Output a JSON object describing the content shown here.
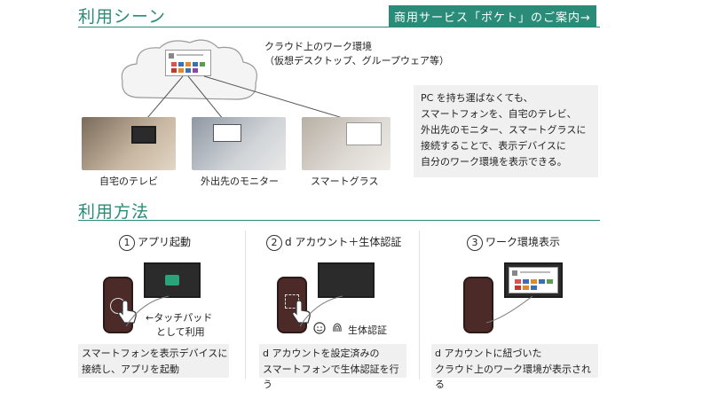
{
  "header": {
    "scene_title": "利用シーン",
    "service_link": "商用サービス「ポケト」のご案内→"
  },
  "cloud": {
    "line1": "クラウド上のワーク環境",
    "line2": "（仮想デスクトップ、グループウェア等）"
  },
  "scenes": [
    {
      "label": "自宅のテレビ"
    },
    {
      "label": "外出先のモニター"
    },
    {
      "label": "スマートグラス"
    }
  ],
  "description": {
    "line1": "PC を持ち運ばなくても、",
    "line2": "スマートフォンを、自宅のテレビ、",
    "line3": "外出先のモニター、スマートグラスに",
    "line4": "接続することで、表示デバイスに",
    "line5": "自分のワーク環境を表示できる。"
  },
  "method": {
    "title": "利用方法",
    "steps": [
      {
        "num": "1",
        "label": "アプリ起動",
        "note_line1": "←タッチパッド",
        "note_line2": "として利用",
        "desc_line1": "スマートフォンを表示デバイスに",
        "desc_line2": "接続し、アプリを起動"
      },
      {
        "num": "2",
        "label": "d アカウント＋生体認証",
        "note_line1": "生体認証",
        "desc_line1": "d アカウントを設定済みの",
        "desc_line2": "スマートフォンで生体認証を行う"
      },
      {
        "num": "3",
        "label": "ワーク環境表示",
        "desc_line1": "d アカウントに紐づいた",
        "desc_line2": "クラウド上のワーク環境が表示される"
      }
    ]
  },
  "colors": {
    "accent": "#2a8c78",
    "phone": "#4b2a27",
    "box": "#f0f0f0"
  }
}
